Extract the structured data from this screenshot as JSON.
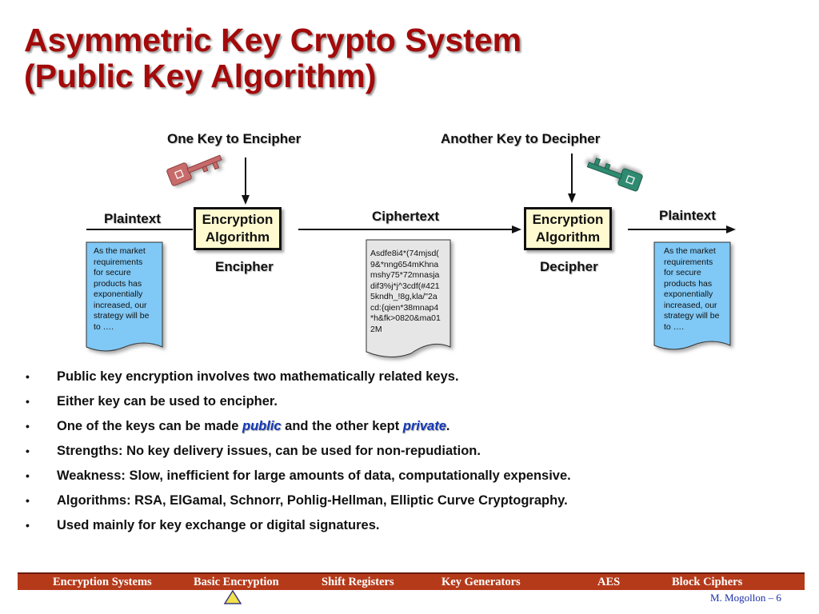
{
  "title": {
    "line1": "Asymmetric Key Crypto System",
    "line2": "(Public Key Algorithm)"
  },
  "diagram": {
    "encipher_key_label": "One Key to Encipher",
    "decipher_key_label": "Another Key to Decipher",
    "plaintext_left_label": "Plaintext",
    "plaintext_right_label": "Plaintext",
    "ciphertext_label": "Ciphertext",
    "encryption_box_1": {
      "line1": "Encryption",
      "line2": "Algorithm"
    },
    "encryption_box_2": {
      "line1": "Encryption",
      "line2": "Algorithm"
    },
    "encipher_caption": "Encipher",
    "decipher_caption": "Decipher",
    "plaintext_doc_text": "As the market\nrequirements\nfor secure\nproducts has\nexponentially\nincreased, our\nstrategy will be\nto ….",
    "ciphertext_doc_text": "Asdfe8i4*(74mjsd(\n9&*nng654mKhna\nmshy75*72mnasja\ndif3%j*j^3cdf(#421\n5kndh_!8g,kla/\"2a\ncd:{qien*38mnap4\n*h&fk>0820&ma01\n2M",
    "left_key_color": "#c76a6a",
    "right_key_color": "#2f8a70",
    "box_fill_color": "#fffad0",
    "plaintext_doc_color": "#80c8f5",
    "ciphertext_doc_color": "#e6e6e6"
  },
  "bullets": {
    "marker": "•",
    "b1": "Public key encryption involves two mathematically related keys.",
    "b2": "Either key can be used to encipher.",
    "b3_pre": "One of the keys can be made ",
    "b3_kw1": "public",
    "b3_mid": " and the other kept ",
    "b3_kw2": "private",
    "b3_post": ".",
    "b4": "Strengths:  No key delivery issues, can be used for non-repudiation.",
    "b5": "Weakness:  Slow, inefficient for large amounts of data, computationally expensive.",
    "b6": "Algorithms: RSA, ElGamal, Schnorr, Pohlig-Hellman, Elliptic Curve Cryptography.",
    "b7": "Used mainly for key exchange or digital signatures."
  },
  "footer": {
    "nav": [
      "Encryption Systems",
      "Basic Encryption",
      "Shift Registers",
      "Key Generators",
      "AES",
      "Block Ciphers"
    ],
    "credit": "M. Mogollon – 6",
    "bar_color": "#b53a1a",
    "home_icon": "warning-triangle-icon"
  }
}
